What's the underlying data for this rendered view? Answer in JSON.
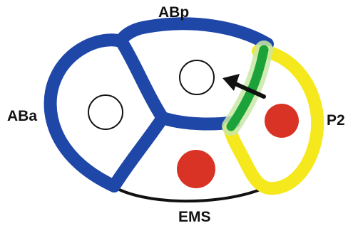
{
  "labels": {
    "abp": "ABp",
    "aba": "ABa",
    "p2": "P2",
    "ems": "EMS"
  },
  "colors": {
    "ab_outline": "#1f47a8",
    "p2_outline": "#f5e81c",
    "contact_band": "#1ba33a",
    "contact_glow": "#c9e8a8",
    "ems_outline": "#111111",
    "nucleus_fill": "#d83324",
    "nucleus_empty_stroke": "#111111",
    "arrow": "#111111",
    "background": "#ffffff"
  }
}
